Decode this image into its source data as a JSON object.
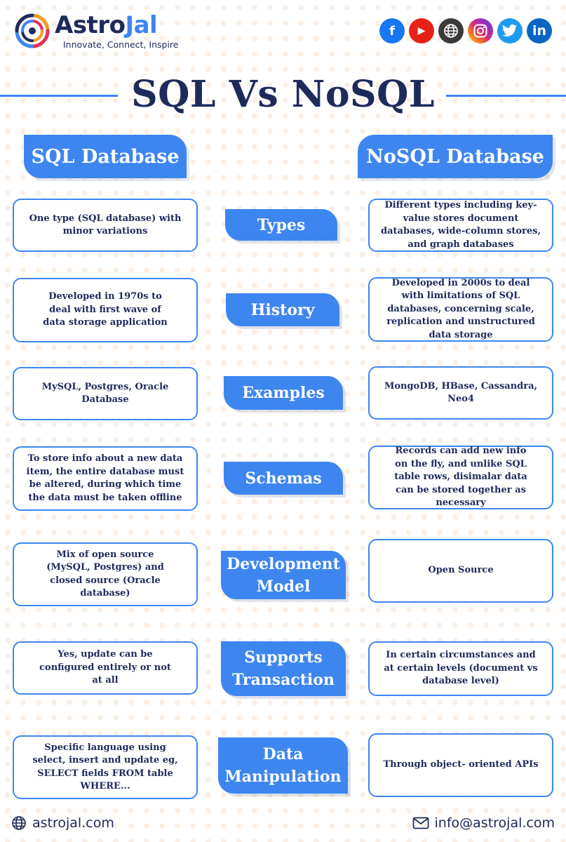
{
  "brand": {
    "name_part1": "Astro",
    "name_part2": "Jal",
    "tagline": "Innovate, Connect, Inspire"
  },
  "socials": [
    {
      "name": "facebook",
      "glyph": "f",
      "color": "#1877f2"
    },
    {
      "name": "youtube",
      "glyph": "▶",
      "color": "#e62117"
    },
    {
      "name": "website",
      "glyph": "",
      "color": "#3a3a3a"
    },
    {
      "name": "instagram",
      "glyph": "",
      "color": "#d62976"
    },
    {
      "name": "twitter",
      "glyph": "",
      "color": "#1d9bf0"
    },
    {
      "name": "linkedin",
      "glyph": "in",
      "color": "#0a66c2"
    }
  ],
  "title": "SQL Vs NoSQL",
  "columns": {
    "left": "SQL Database",
    "right": "NoSQL Database"
  },
  "rows": [
    {
      "label": "Types",
      "sql": "One type (SQL database) with minor variations",
      "nosql": "Different types including key- value stores document databases, wide-column stores, and graph databases"
    },
    {
      "label": "History",
      "sql": "Developed in 1970s to deal with first wave of data storage application",
      "nosql": "Developed in 2000s to deal with limitations of SQL databases, concerning scale, replication and unstructured data storage"
    },
    {
      "label": "Examples",
      "sql": "MySQL, Postgres, Oracle Database",
      "nosql": "MongoDB, HBase, Cassandra, Neo4"
    },
    {
      "label": "Schemas",
      "sql": "To store info about a new data item, the entire database must be altered, during which time the data must be taken offline",
      "nosql": "Records can add new info on the fly, and unlike SQL table rows, disimalar data can be stored together as necessary"
    },
    {
      "label": "Development Model",
      "sql": "Mix of open source (MySQL, Postgres) and closed source (Oracle database)",
      "nosql": "Open Source"
    },
    {
      "label": "Supports Transaction",
      "sql": "Yes, update can be configured entirely or not at all",
      "nosql": "In certain circumstances and at certain levels (document vs database level)"
    },
    {
      "label": "Data Manipulation",
      "sql": "Specific language using select, insert and update eg, SELECT fields FROM table WHERE...",
      "nosql": "Through object- oriented APIs"
    }
  ],
  "footer": {
    "website": "astrojal.com",
    "email": "info@astrojal.com"
  },
  "colors": {
    "accent": "#3d86f0",
    "navy": "#1f2a5c",
    "brand_orange": "#f0a020"
  }
}
